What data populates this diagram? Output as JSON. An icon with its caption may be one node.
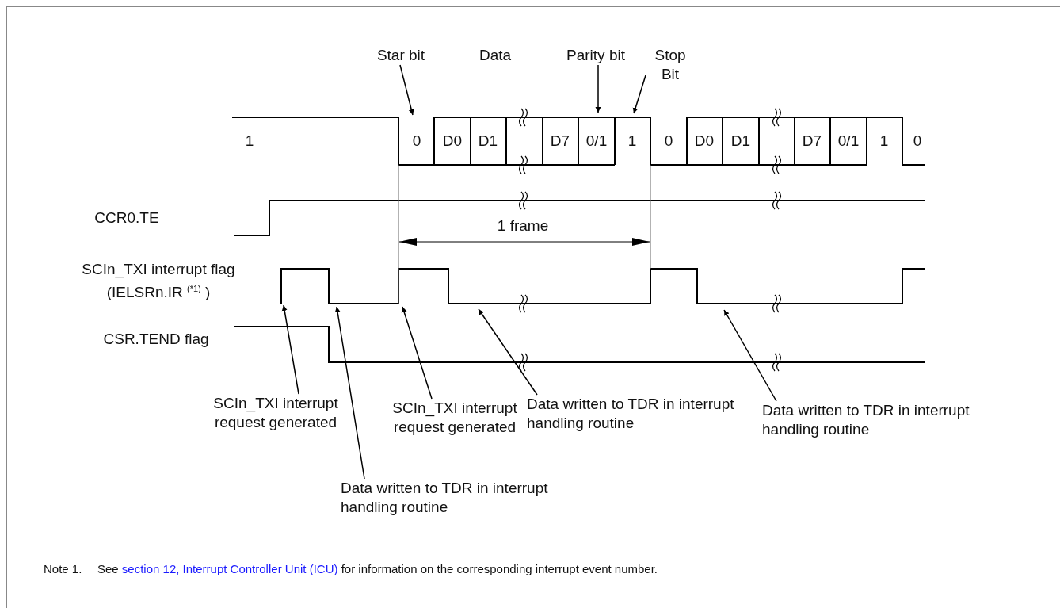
{
  "diagram": {
    "nodes": [
      {
        "text": [
          "Star bit"
        ]
      },
      {
        "text": [
          "Parity bit"
        ]
      },
      {
        "text": [
          "Stop Bit"
        ]
      },
      {
        "text": [
          "SCIn_TXI interrupt request generated"
        ]
      },
      {
        "text": [
          "Data written to TDR in interrupt handling routine"
        ]
      },
      {
        "text": [
          "SCIn_TXI interrupt request generated"
        ]
      },
      {
        "text": [
          "Data written to TDR in interrupt handling routine"
        ]
      },
      {
        "text": [
          "Data written to TDR in interrupt handling routine"
        ]
      }
    ],
    "edges": [
      {
        "from": 0,
        "to": null,
        "arrow": "to"
      },
      {
        "from": 1,
        "to": null,
        "arrow": "to"
      },
      {
        "from": 2,
        "to": null,
        "arrow": "to"
      },
      {
        "from": 3,
        "to": null,
        "arrow": "to"
      },
      {
        "from": 4,
        "to": null,
        "arrow": "to"
      },
      {
        "from": 5,
        "to": null,
        "arrow": "to"
      },
      {
        "from": 6,
        "to": null,
        "arrow": "to"
      },
      {
        "from": 7,
        "to": null,
        "arrow": "to"
      }
    ],
    "labels": [
      "Data",
      "1",
      "0",
      "D0",
      "D1",
      "D7",
      "0/1",
      "1",
      "0",
      "D0",
      "D1",
      "D7",
      "0/1",
      "1",
      "0",
      "CCR0.TE",
      "1 frame",
      "SCIn_TXI interrupt flag (IELSRn.IR $^{(*1)}$ )",
      "CSR.TEND flag",
      "Note 1.",
      "See",
      "section 12, Interrupt Controller Unit (ICU)",
      "for information on the corresponding interrupt event number."
    ]
  }
}
